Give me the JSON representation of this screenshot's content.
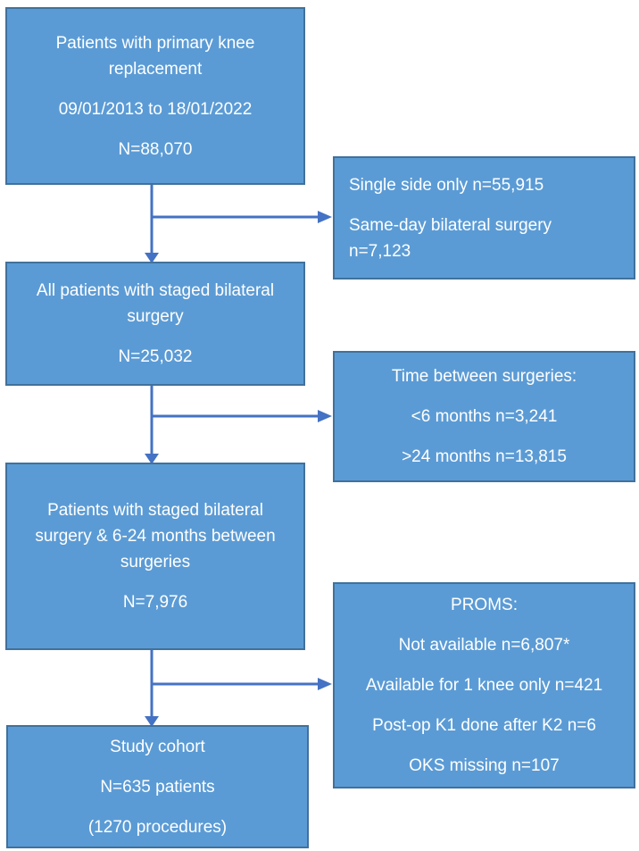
{
  "colors": {
    "box_fill": "#5b9bd5",
    "box_border": "#41719c",
    "connector": "#4472c4",
    "text": "#ffffff",
    "background": "#ffffff"
  },
  "flowchart": {
    "main_boxes": [
      {
        "name": "primary-knee-replacement",
        "lines": [
          "Patients with primary knee replacement",
          "09/01/2013 to 18/01/2022",
          "N=88,070"
        ]
      },
      {
        "name": "staged-bilateral-surgery",
        "lines": [
          "All patients with staged bilateral surgery",
          "N=25,032"
        ]
      },
      {
        "name": "staged-bilateral-6-24-months",
        "lines": [
          "Patients with staged bilateral surgery & 6-24 months between surgeries",
          "N=7,976"
        ]
      },
      {
        "name": "study-cohort",
        "lines": [
          "Study cohort",
          "N=635 patients",
          "(1270 procedures)"
        ]
      }
    ],
    "exclusion_boxes": [
      {
        "name": "single-side-same-day",
        "lines": [
          "Single side only n=55,915",
          "Same-day bilateral surgery n=7,123"
        ]
      },
      {
        "name": "time-between-surgeries",
        "lines": [
          "Time between surgeries:",
          "<6 months n=3,241",
          ">24 months n=13,815"
        ]
      },
      {
        "name": "proms-exclusions",
        "lines": [
          "PROMS:",
          "Not available n=6,807*",
          "Available for 1 knee only n=421",
          "Post-op K1 done after K2 n=6",
          "OKS missing n=107"
        ]
      }
    ]
  }
}
